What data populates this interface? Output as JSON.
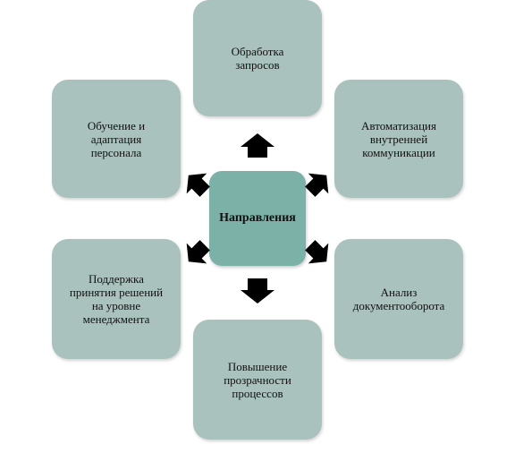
{
  "center": {
    "label": "Направления"
  },
  "nodes": {
    "top": "Обработка\nзапросов",
    "top_right": "Автоматизация\nвнутренней\nкоммуникации",
    "bottom_right": "Анализ\nдокументооборота",
    "bottom": "Повышение\nпрозрачности\nпроцессов",
    "bottom_left": "Поддержка\nпринятия решений\nна уровне\nменеджмента",
    "top_left": "Обучение и\nадаптация\nперсонала"
  },
  "colors": {
    "node_fill": "#a9c2bd",
    "center_fill": "#7cb1a7",
    "arrow": "#000000"
  }
}
